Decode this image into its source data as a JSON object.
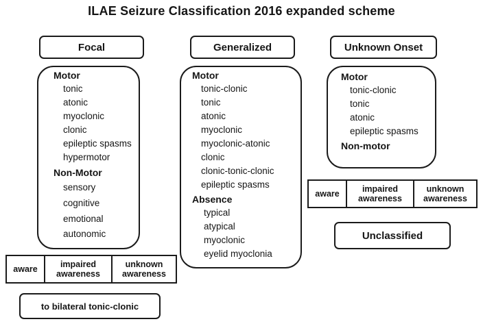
{
  "title": "ILAE Seizure Classification 2016 expanded scheme",
  "focal": {
    "header": "Focal",
    "motor_heading": "Motor",
    "motor_items": [
      "tonic",
      "atonic",
      "myoclonic",
      "clonic",
      "epileptic spasms",
      "hypermotor"
    ],
    "nonmotor_heading": "Non-Motor",
    "nonmotor_items": [
      "sensory",
      "cognitive",
      "emotional",
      "autonomic"
    ],
    "awareness": [
      "aware",
      "impaired awareness",
      "unknown awareness"
    ],
    "bilateral_label": "to bilateral tonic-clonic"
  },
  "generalized": {
    "header": "Generalized",
    "motor_heading": "Motor",
    "motor_items": [
      "tonic-clonic",
      "tonic",
      "atonic",
      "myoclonic",
      "myoclonic-atonic",
      "clonic",
      "clonic-tonic-clonic",
      "epileptic spasms"
    ],
    "absence_heading": "Absence",
    "absence_items": [
      "typical",
      "atypical",
      "myoclonic",
      "eyelid myoclonia"
    ]
  },
  "unknown": {
    "header": "Unknown Onset",
    "motor_heading": "Motor",
    "motor_items": [
      "tonic-clonic",
      "tonic",
      "atonic",
      "epileptic spasms"
    ],
    "nonmotor_heading": "Non-motor",
    "awareness": [
      "aware",
      "impaired awareness",
      "unknown awareness"
    ]
  },
  "unclassified_label": "Unclassified"
}
